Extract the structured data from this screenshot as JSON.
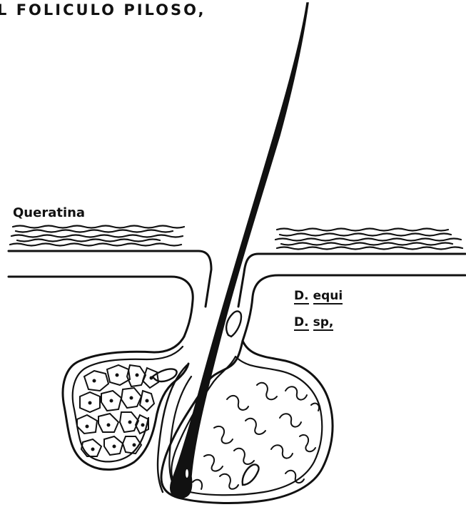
{
  "title": "L  FOLICULO  PILOSO,",
  "labels": {
    "queratina": "Queratina"
  },
  "species": [
    {
      "abbr": "D.",
      "name": "equi"
    },
    {
      "abbr": "D.",
      "name": "sp,"
    }
  ],
  "colors": {
    "ink": "#111111",
    "background": "#ffffff"
  }
}
